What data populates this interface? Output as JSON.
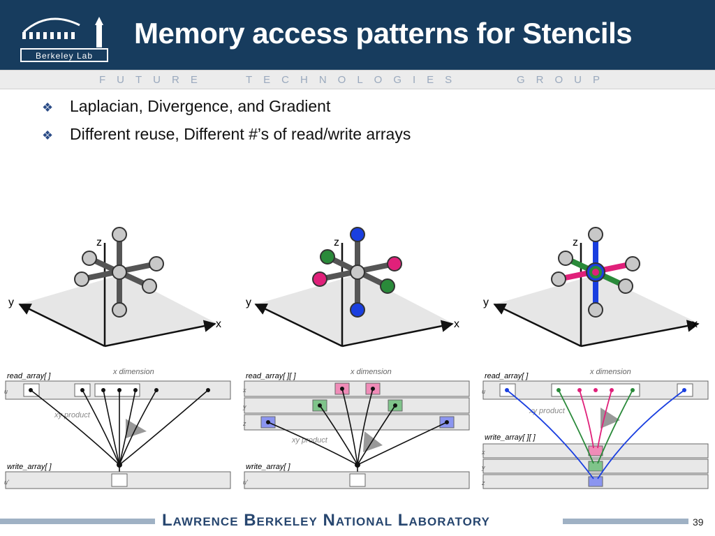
{
  "header": {
    "title": "Memory access patterns for Stencils",
    "logo_text": "Berkeley Lab"
  },
  "tagline": {
    "words": [
      "FUTURE",
      "TECHNOLOGIES",
      "GROUP"
    ]
  },
  "bullets": [
    "Laplacian, Divergence, and Gradient",
    "Different reuse, Different #’s of read/write arrays"
  ],
  "figure": {
    "axis_z": "z",
    "axis_y": "y",
    "axis_x": "x",
    "panels": [
      {
        "read_label": "read_array[ ]",
        "write_label": "write_array[ ]",
        "xdim_label": "x dimension",
        "xy_label": "xy product",
        "row_labels": [
          "u",
          "u'"
        ]
      },
      {
        "read_label": "read_array[ ][ ]",
        "write_label": "write_array[ ]",
        "xdim_label": "x dimension",
        "xy_label": "xy product",
        "row_labels": [
          "x",
          "y",
          "z",
          "u'"
        ]
      },
      {
        "read_label": "read_array[ ]",
        "write_label": "write_array[ ][ ]",
        "xdim_label": "x dimension",
        "xy_label": "xy product",
        "row_labels": [
          "u",
          "x",
          "y",
          "z"
        ]
      }
    ],
    "colors": {
      "gray": "#c8c8c8",
      "blue": "#1a3fe0",
      "magenta": "#e0207a",
      "green": "#2a8a3a"
    }
  },
  "footer": {
    "lab_name": "Lawrence Berkeley National Laboratory",
    "page_number": "39"
  }
}
